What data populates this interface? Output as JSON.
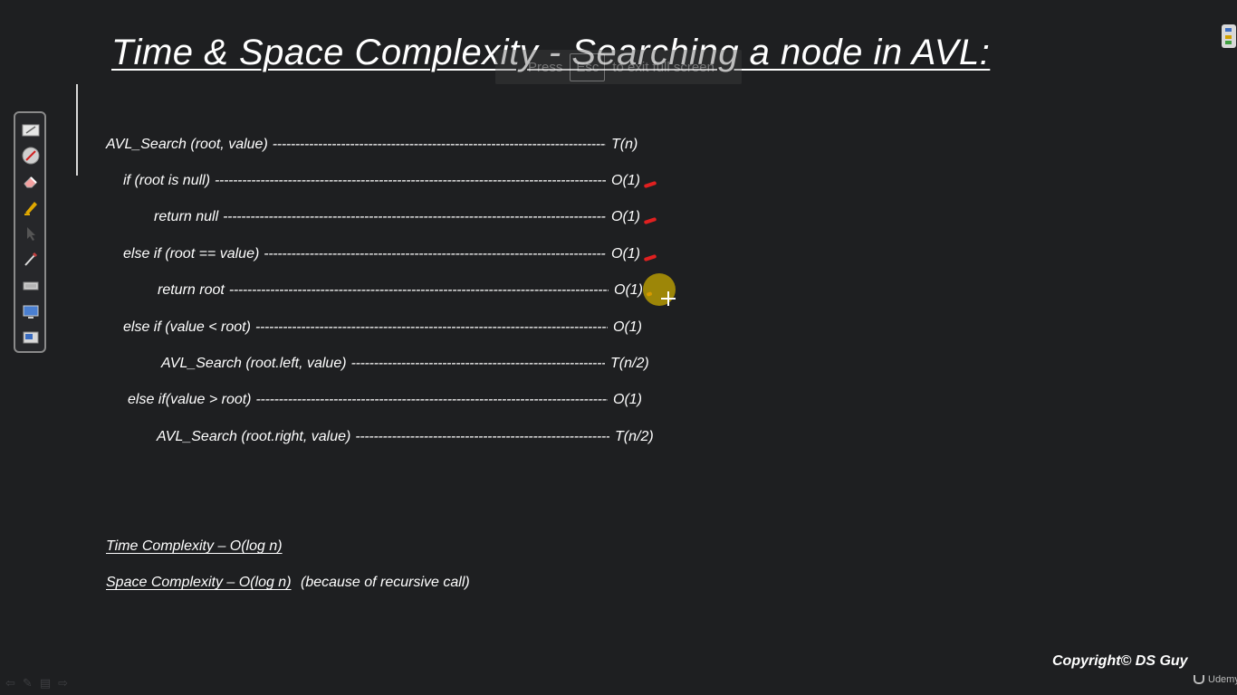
{
  "slide": {
    "title": "Time & Space Complexity - Searching a node in AVL:",
    "esc_hint": {
      "press": "Press",
      "key": "Esc",
      "rest": "to exit full screen"
    },
    "code_lines": [
      {
        "text": "AVL_Search (root, value)",
        "complexity": "T(n)",
        "ink": false
      },
      {
        "text": "if (root is null)",
        "complexity": "O(1)",
        "ink": true
      },
      {
        "text": "return null",
        "complexity": "O(1)",
        "ink": true
      },
      {
        "text": "else if (root == value)",
        "complexity": "O(1)",
        "ink": true
      },
      {
        "text": "return root",
        "complexity": "O(1)",
        "ink": true
      },
      {
        "text": "else if (value < root)",
        "complexity": "O(1)",
        "ink": false
      },
      {
        "text": "AVL_Search (root.left, value)",
        "complexity": "T(n/2)",
        "ink": false
      },
      {
        "text": "else if(value > root)",
        "complexity": "O(1)",
        "ink": false
      },
      {
        "text": "AVL_Search (root.right, value)",
        "complexity": "T(n/2)",
        "ink": false
      }
    ],
    "time_complexity": "Time Complexity – O(log n)",
    "space_complexity": "Space Complexity – O(log n)",
    "space_note": "(because of recursive call)",
    "copyright": "Copyright© DS Guy",
    "brand": "Udemy"
  },
  "toolbar": {
    "tools": [
      "whiteboard-icon",
      "laser-pointer-icon",
      "eraser-icon",
      "highlighter-icon",
      "arrow-cursor-icon",
      "pen-icon",
      "keyboard-icon",
      "screen-icon",
      "display-switch-icon"
    ]
  },
  "colors": {
    "background": "#1e1f21",
    "ink": "#e02020",
    "pointer": "#c8aa00",
    "text": "#ffffff"
  }
}
